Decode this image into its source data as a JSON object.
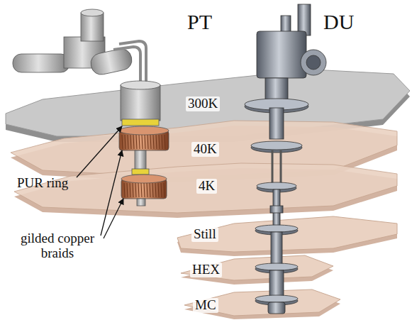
{
  "diagram": {
    "labels": [
      "PT",
      "DU",
      "300K",
      "40K",
      "4K",
      "Still",
      "HEX",
      "MC",
      "PUR ring",
      "gilded copper braids"
    ]
  }
}
